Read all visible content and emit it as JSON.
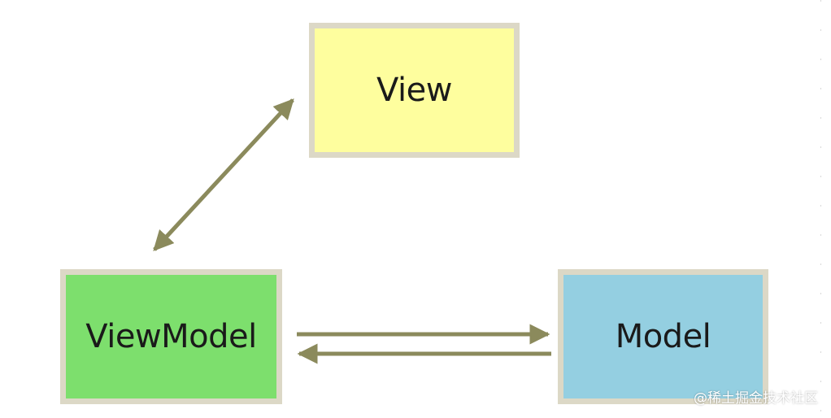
{
  "diagram": {
    "nodes": {
      "view": {
        "label": "View",
        "fill": "#fefe9e"
      },
      "viewmodel": {
        "label": "ViewModel",
        "fill": "#7ddf6d"
      },
      "model": {
        "label": "Model",
        "fill": "#94cfe1"
      }
    },
    "arrow_color": "#8b8a5c",
    "edges": [
      {
        "from": "viewmodel",
        "to": "view",
        "direction": "bidirectional"
      },
      {
        "from": "viewmodel",
        "to": "model",
        "direction": "forward"
      },
      {
        "from": "model",
        "to": "viewmodel",
        "direction": "forward"
      }
    ]
  },
  "watermark": "@稀土掘金技术社区"
}
